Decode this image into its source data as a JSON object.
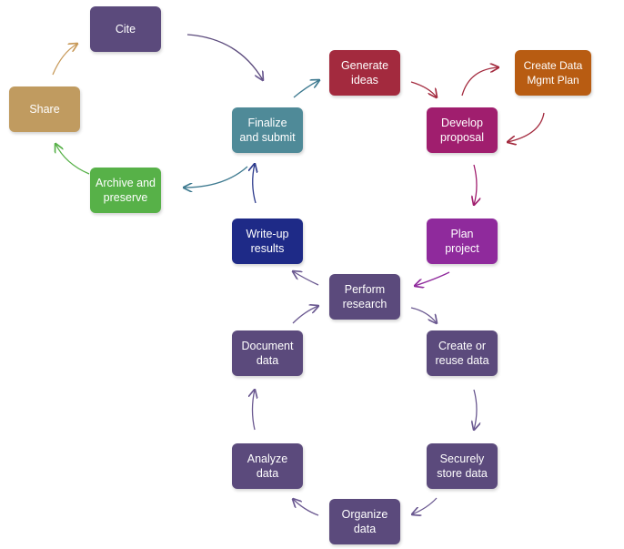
{
  "colors": {
    "purple": "#5b4a7c",
    "red": "#a32a3e",
    "magenta": "#a01e6e",
    "orange": "#b85c12",
    "teal": "#4f8a98",
    "olive": "#c09b60",
    "green": "#57b148",
    "navy": "#1e2a87",
    "violet": "#8f2a9c"
  },
  "nodes": {
    "cite": "Cite",
    "generate_ideas": "Generate\nideas",
    "create_dmp": "Create Data\nMgmt Plan",
    "share": "Share",
    "finalize": "Finalize\nand submit",
    "develop_proposal": "Develop\nproposal",
    "archive": "Archive and\npreserve",
    "write_up": "Write-up\nresults",
    "plan_project": "Plan\nproject",
    "perform_research": "Perform\nresearch",
    "document_data": "Document\ndata",
    "create_reuse": "Create or\nreuse data",
    "analyze": "Analyze\ndata",
    "securely_store": "Securely\nstore data",
    "organize": "Organize\ndata"
  }
}
